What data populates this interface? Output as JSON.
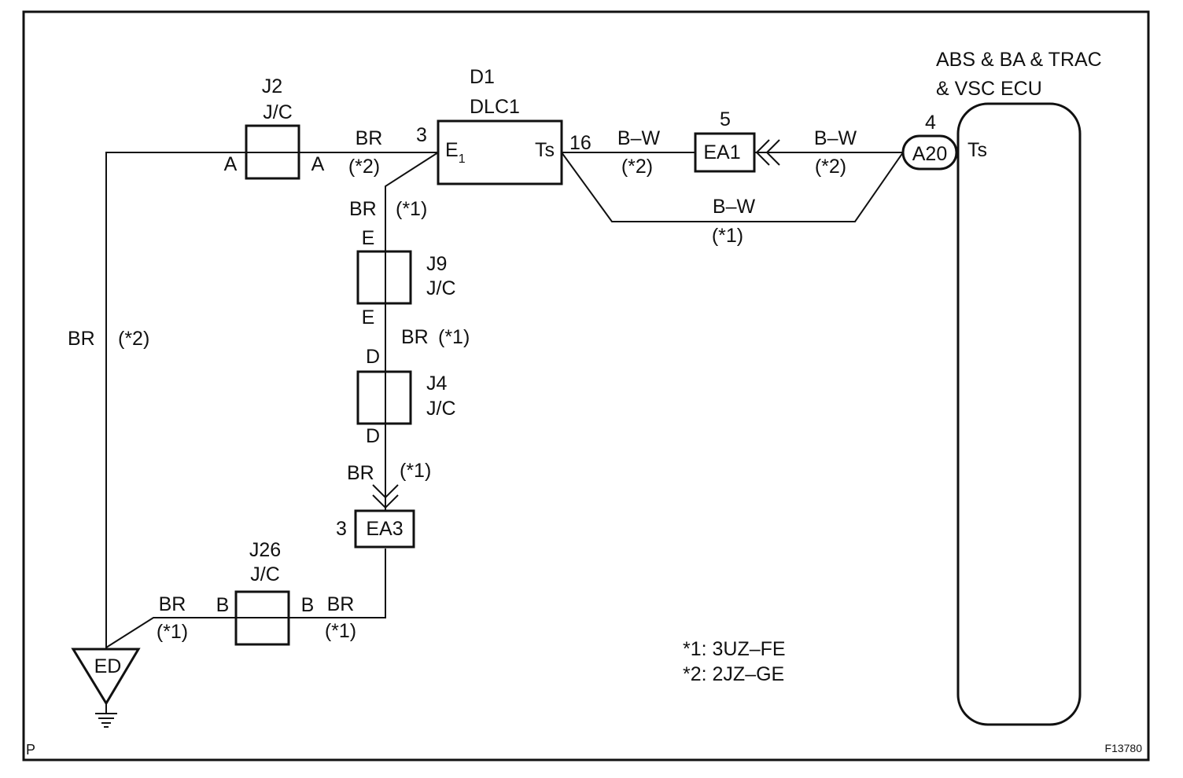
{
  "corner_mark": "P",
  "figure_id": "F13780",
  "ecu": {
    "name_line1": "ABS & BA & TRAC",
    "name_line2": "& VSC ECU",
    "pin_num": "4",
    "pin_name": "Ts"
  },
  "a20": {
    "label": "A20"
  },
  "dlc": {
    "id": "D1",
    "name": "DLC1",
    "pin_e1_num": "3",
    "pin_e1_main": "E",
    "pin_e1_sub": "1",
    "pin_ts_num": "16",
    "pin_ts_name": "Ts"
  },
  "j2": {
    "id": "J2",
    "type": "J/C",
    "term_left": "A",
    "term_right": "A"
  },
  "j9": {
    "id": "J9",
    "type": "J/C",
    "term_top": "E",
    "term_bottom": "E"
  },
  "j4": {
    "id": "J4",
    "type": "J/C",
    "term_top": "D",
    "term_bottom": "D"
  },
  "j26": {
    "id": "J26",
    "type": "J/C",
    "term_left": "B",
    "term_right": "B"
  },
  "ea1": {
    "label": "EA1",
    "pin": "5"
  },
  "ea3": {
    "label": "EA3",
    "pin": "3"
  },
  "ground": {
    "label": "ED"
  },
  "wires": {
    "j2_to_dlc": {
      "color": "BR",
      "note": "(*2)"
    },
    "dlc_to_j9": {
      "color": "BR",
      "note": "(*1)"
    },
    "j9_to_j4": {
      "color": "BR",
      "note": "(*1)"
    },
    "j4_to_ea3": {
      "color": "BR",
      "note": "(*1)"
    },
    "ea3_to_j26": {
      "color": "BR",
      "note": "(*1)"
    },
    "j26_to_ground": {
      "color": "BR",
      "note": "(*1)"
    },
    "ground_to_j2": {
      "color": "BR",
      "note": "(*2)"
    },
    "dlc_to_ea1": {
      "color": "B–W",
      "note": "(*2)"
    },
    "ea1_to_ecu": {
      "color": "B–W",
      "note": "(*2)"
    },
    "dlc_to_ecu_bypass": {
      "color": "B–W",
      "note": "(*1)"
    }
  },
  "legend": {
    "line1": "*1: 3UZ–FE",
    "line2": "*2: 2JZ–GE"
  }
}
